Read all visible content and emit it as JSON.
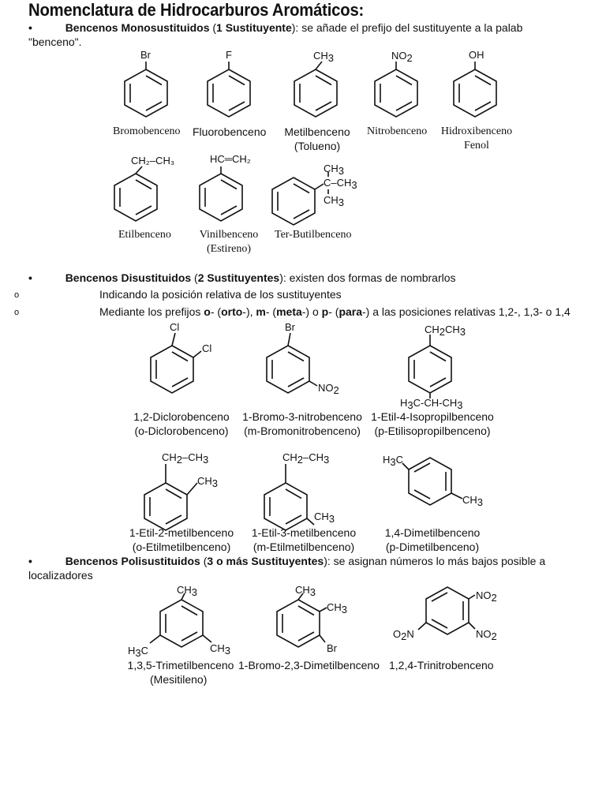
{
  "title": "Nomenclatura de Hidrocarburos Aromáticos:",
  "bullet_char": "•",
  "circle_char": "o",
  "section1": {
    "bold": "Bencenos Monosustituidos",
    "paren_open": " (",
    "bold2": "1 Sustituyente",
    "rest": "): se añade el prefijo del sustituyente a la palab",
    "line2": "\"benceno\"."
  },
  "mono": {
    "br_label": "Br",
    "f_label": "F",
    "ch3_label": "CH",
    "no2_label": "NO",
    "oh_label": "OH",
    "c1": "Bromobenceno",
    "c2": "Fluorobenceno",
    "c3a": "Metilbenceno",
    "c3b": "(Tolueno)",
    "c4": "Nitrobenceno",
    "c5a": "Hidroxibenceno",
    "c5b": "Fenol",
    "ethyl_label": "CH₂–CH₃",
    "vinyl_label": "HC═CH₂",
    "c6": "Etilbenceno",
    "c7a": "Vinilbenceno",
    "c7b": "(Estireno)",
    "c8": "Ter-Butilbenceno"
  },
  "section2": {
    "bold": "Bencenos Disustituidos",
    "paren_open": " (",
    "bold2": "2 Sustituyentes",
    "rest": "): existen dos formas de nombrarlos",
    "sub1": "Indicando la posición relativa de los sustituyentes",
    "sub2_a": "Mediante los prefijos ",
    "sub2_o": "o",
    "sub2_b": "- (",
    "sub2_orto": "orto",
    "sub2_c": "-), ",
    "sub2_m": "m",
    "sub2_d": "- (",
    "sub2_meta": "meta",
    "sub2_e": "-) o ",
    "sub2_p": "p",
    "sub2_f": "- (",
    "sub2_para": "para",
    "sub2_g": "-) a las posiciones relativas 1,2-, 1,3- o 1,4"
  },
  "di": {
    "d1a": "1,2-Diclorobenceno",
    "d1b": "(o-Diclorobenceno)",
    "d2a": "1-Bromo-3-nitrobenceno",
    "d2b": "(m-Bromonitrobenceno)",
    "d3a": "1-Etil-4-Isopropilbenceno",
    "d3b": "(p-Etilisopropilbenceno)",
    "d4a": "1-Etil-2-metilbenceno",
    "d4b": "(o-Etilmetilbenceno)",
    "d5a": "1-Etil-3-metilbenceno",
    "d5b": "(m-Etilmetilbenceno)",
    "d6a": "1,4-Dimetilbenceno",
    "d6b": "(p-Dimetilbenceno)"
  },
  "section3": {
    "bold": "Bencenos Polisustituidos",
    "paren_open": " (",
    "bold2": "3 o más Sustituyentes",
    "rest": "): se asignan números lo más bajos posible a",
    "line2": "localizadores"
  },
  "poly": {
    "p1a": "1,3,5-Trimetilbenceno",
    "p1b": "(Mesitileno)",
    "p2": "1-Bromo-2,3-Dimetilbenceno",
    "p3": "1,2,4-Trinitrobenceno"
  }
}
